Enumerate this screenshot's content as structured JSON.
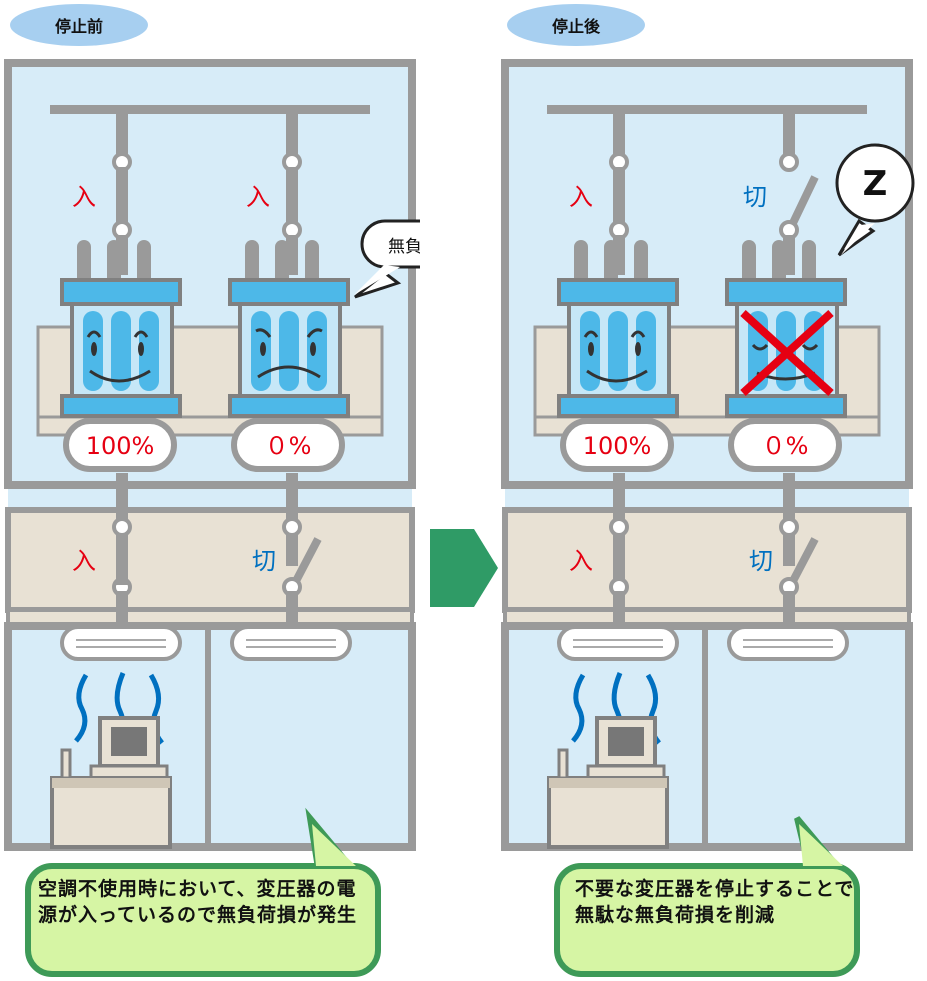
{
  "panels": [
    {
      "tag": "停止前",
      "units": [
        {
          "switch_top": "入",
          "load": "100%",
          "switch_bottom": "入",
          "face": "happy",
          "switched_off": false
        },
        {
          "switch_top": "入",
          "load": "０%",
          "switch_bottom": "切",
          "face": "sad",
          "switched_off": false
        }
      ],
      "bubble": "無負荷損",
      "note": "空調不使用時において、変圧器の電源が入っているので無負荷損が発生"
    },
    {
      "tag": "停止後",
      "units": [
        {
          "switch_top": "入",
          "load": "100%",
          "switch_bottom": "入",
          "face": "happy",
          "switched_off": false
        },
        {
          "switch_top": "切",
          "load": "０%",
          "switch_bottom": "切",
          "face": "sleep",
          "switched_off": true
        }
      ],
      "bubble": "Z",
      "note": "不要な変圧器を停止することで無駄な無負荷損を削減"
    }
  ],
  "colors": {
    "on": "#e60012",
    "off": "#0070c0",
    "room": "#d7ecf8",
    "beige": "#e8e1d4",
    "frame": "#9a9a9a",
    "transformer": "#4db8e8",
    "note_fill": "#d6f5a4",
    "note_border": "#3e9a57",
    "arrow": "#2f9b66"
  }
}
